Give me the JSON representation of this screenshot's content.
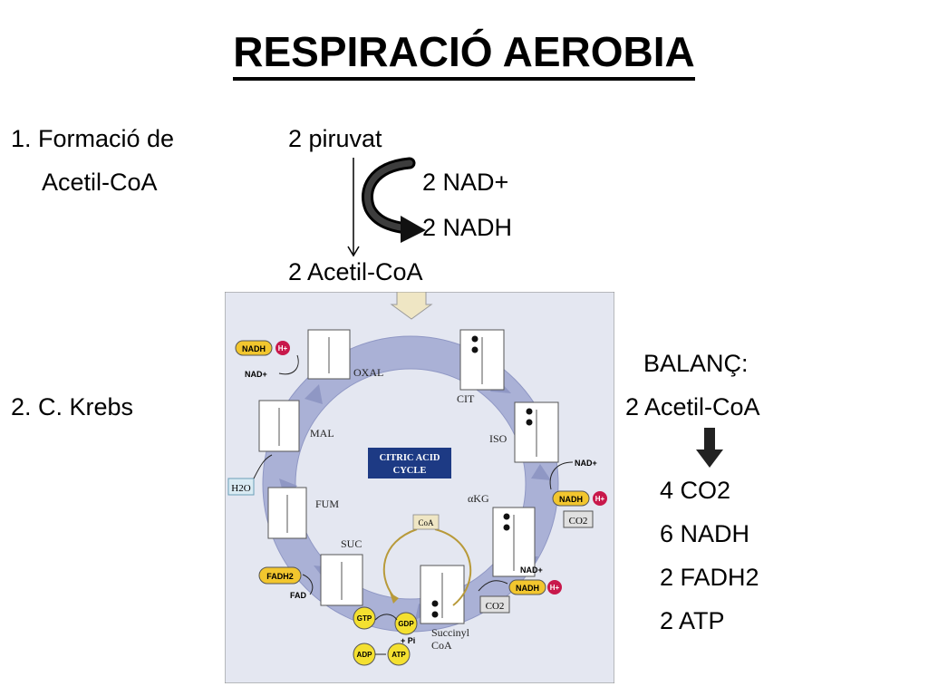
{
  "title": "RESPIRACIÓ AEROBIA",
  "section1": {
    "label_line1": "1. Formació de",
    "label_line2": "Acetil-CoA",
    "reaction": {
      "substrate": "2 piruvat",
      "cofactor_in": "2 NAD+",
      "cofactor_out": "2 NADH",
      "product": "2 Acetil-CoA"
    }
  },
  "section2": {
    "label": "2. C. Krebs"
  },
  "balance": {
    "title": "BALANÇ:",
    "input": "2 Acetil-CoA",
    "outputs": [
      "4 CO2",
      "6 NADH",
      "2 FADH2",
      "2 ATP"
    ]
  },
  "diagram": {
    "center_label_line1": "CITRIC ACID",
    "center_label_line2": "CYCLE",
    "intermediates": [
      "OXAL",
      "CIT",
      "ISO",
      "αKG",
      "SUC",
      "FUM",
      "MAL"
    ],
    "succinyl_line1": "Succinyl",
    "succinyl_line2": "CoA",
    "coa_label": "CoA",
    "badges": {
      "nadh": "NADH",
      "nad": "NAD+",
      "h": "H+",
      "fadh2": "FADH2",
      "fad": "FAD",
      "gtp": "GTP",
      "gdp": "GDP",
      "adp": "ADP",
      "atp": "ATP",
      "pi": "+ Pi",
      "co2": "CO2",
      "h2o": "H2O"
    },
    "colors": {
      "panel": "#e4e7f1",
      "ring": "#aab1d6",
      "center_box": "#1d3a84",
      "nadh_badge": "#f2c62e",
      "h_badge": "#c8184b",
      "atp_badge": "#f4e030"
    }
  }
}
